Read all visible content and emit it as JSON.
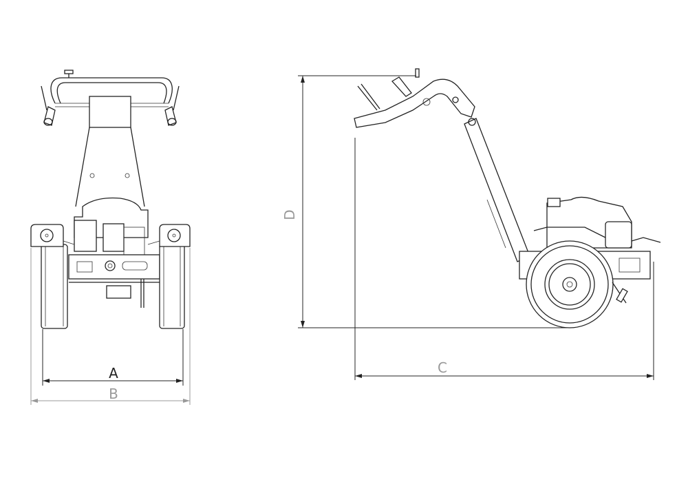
{
  "dimensions": {
    "a_label": "A",
    "b_label": "B",
    "c_label": "C",
    "d_label": "D"
  },
  "colors": {
    "line": "#222222",
    "secondary_dimension": "#999999"
  }
}
